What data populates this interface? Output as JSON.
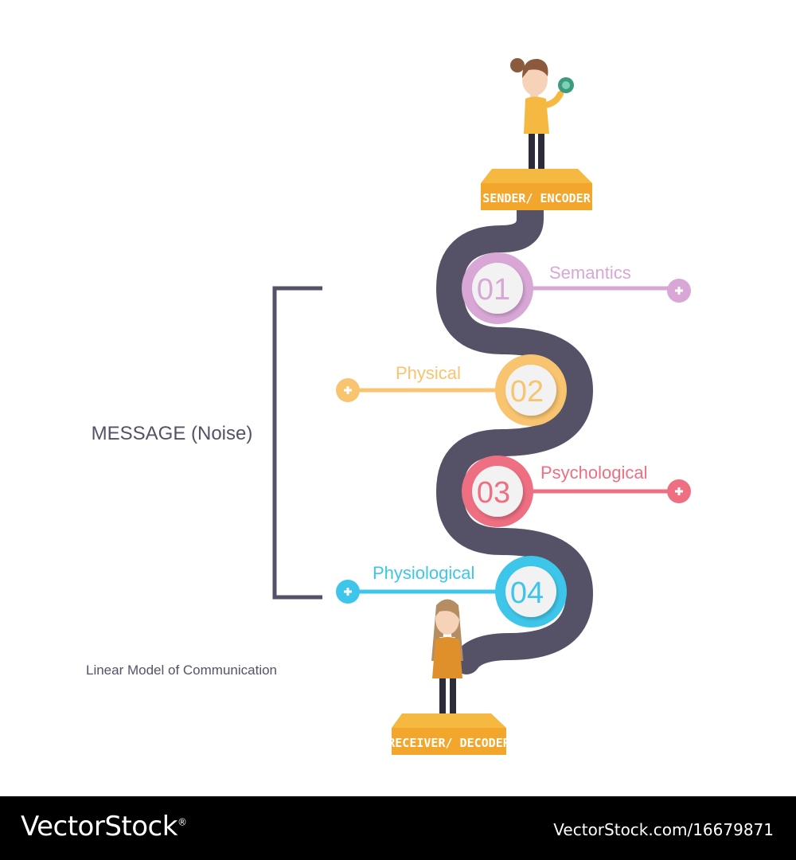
{
  "diagram": {
    "caption": "Linear Model of Communication",
    "bracket_label": "MESSAGE (Noise)",
    "sender": {
      "label": "SENDER/ ENCODER"
    },
    "receiver": {
      "label": "RECEIVER/ DECODER"
    },
    "path_color": "#555268",
    "noise_items": [
      {
        "number": "01",
        "label": "Semantics",
        "color": "#d8a7d6",
        "dark": "#c78fc5"
      },
      {
        "number": "02",
        "label": "Physical",
        "color": "#f8c46f",
        "dark": "#efaa4c"
      },
      {
        "number": "03",
        "label": "Psychological",
        "color": "#ee6f82",
        "dark": "#e05369"
      },
      {
        "number": "04",
        "label": "Physiological",
        "color": "#3ec6ea",
        "dark": "#1eaed8"
      }
    ]
  },
  "footer": {
    "brand": "VectorStock",
    "stock_id": "VectorStock.com/16679871",
    "trademark": "®"
  }
}
